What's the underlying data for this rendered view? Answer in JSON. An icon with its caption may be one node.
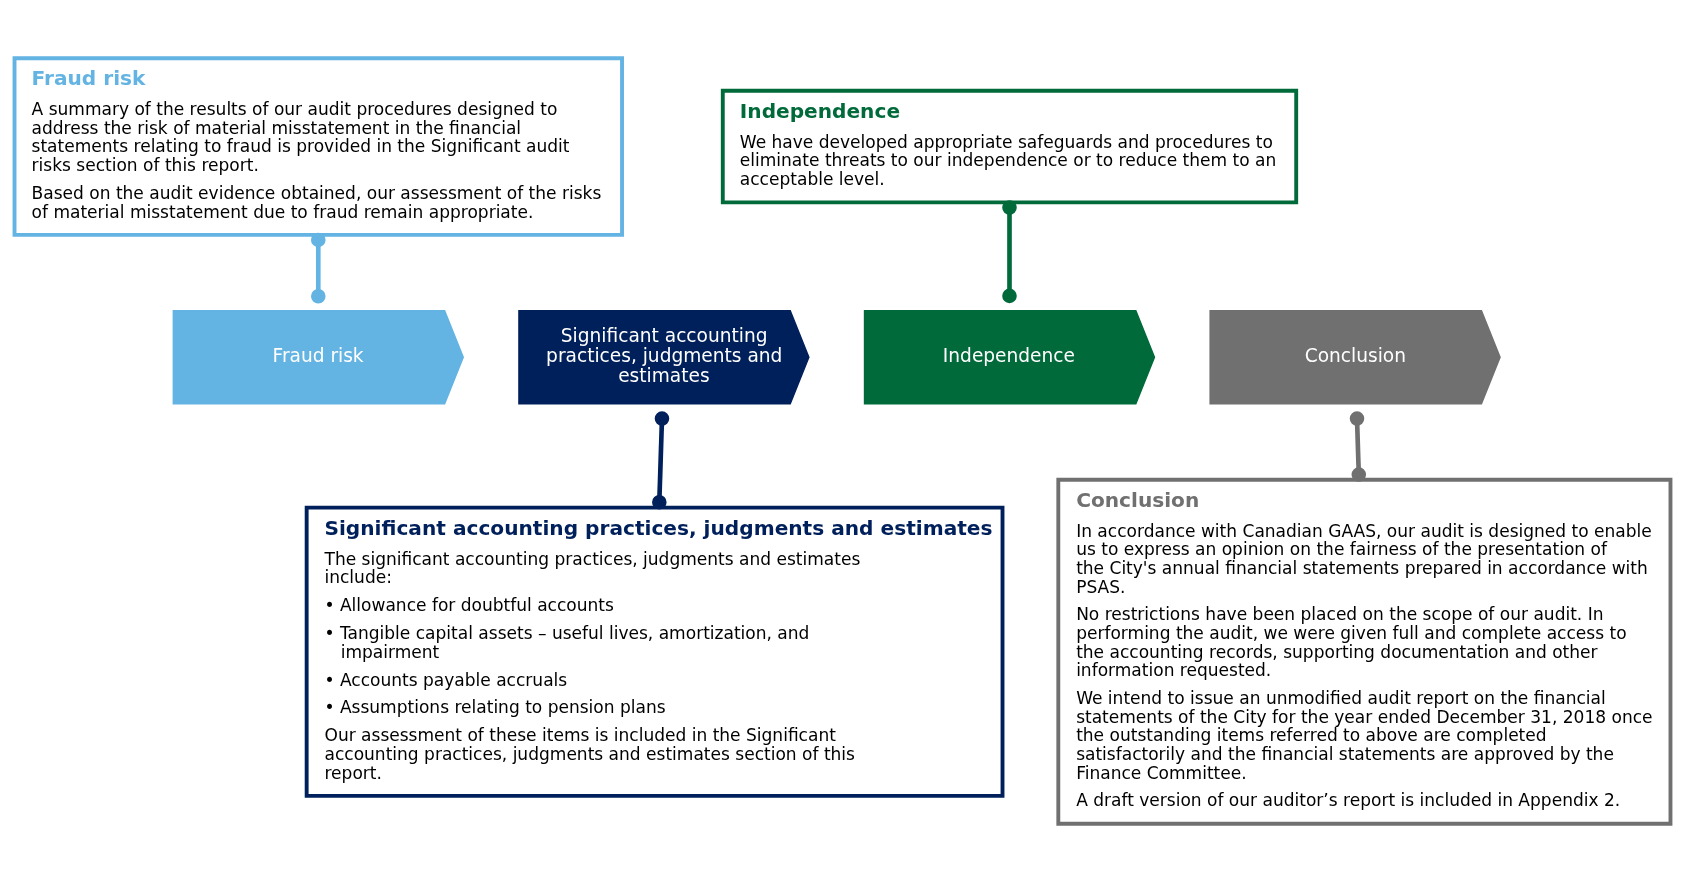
{
  "diagram": {
    "nodes": [
      {
        "text": [
          "Fraud risk",
          "A summary of the results of our audit procedures designed to address the risk of material misstatement in the financial statements relating to fraud is provided in the Significant audit risks section of this report.",
          "Based on the audit evidence obtained, our assessment of the risks of material misstatement due to fraud remain appropriate."
        ]
      },
      {
        "text": [
          "Independence",
          "We have developed appropriate safeguards and procedures to eliminate threats to our independence or to reduce them to an acceptable level."
        ]
      },
      {
        "text": [
          "Fraud risk"
        ]
      },
      {
        "text": [
          "Significant accounting practices, judgments and estimates"
        ]
      },
      {
        "text": [
          "Independence"
        ]
      },
      {
        "text": [
          "Conclusion"
        ]
      },
      {
        "text": [
          "Significant accounting practices, judgments and estimates",
          "The significant accounting practices, judgments and estimates include:",
          "• Allowance for doubtful accounts",
          "• Tangible capital assets – useful lives, amortization, and impairment",
          "• Accounts payable accruals",
          "• Assumptions relating to pension plans",
          "Our assessment of these items is included in the Significant accounting practices, judgments and estimates section of this report."
        ]
      },
      {
        "text": [
          "Conclusion",
          "In accordance with Canadian GAAS, our audit is designed to enable us to express an opinion on the fairness of the presentation of the City's annual financial statements prepared in accordance with PSAS.",
          "No restrictions have been placed on the scope of our audit. In performing the audit, we were given full and complete access to the accounting records, supporting documentation and other information requested.",
          "We intend to issue an unmodified audit report on the financial statements of the City for the year ended December 31, 2018 once the outstanding items referred to above are completed satisfactorily and the financial statements are approved by the Finance Committee.",
          "A draft version of our auditor’s report is included in Appendix 2."
        ]
      }
    ],
    "edges": [
      {
        "from": 0,
        "to": 2,
        "arrow": "other",
        "color": "#63b3e3"
      },
      {
        "from": 1,
        "to": 4,
        "arrow": "other",
        "color": "#006a3a"
      },
      {
        "from": 3,
        "to": 6,
        "arrow": "other",
        "color": "#00205b"
      },
      {
        "from": 5,
        "to": 7,
        "arrow": "other",
        "color": "#707070"
      }
    ]
  }
}
